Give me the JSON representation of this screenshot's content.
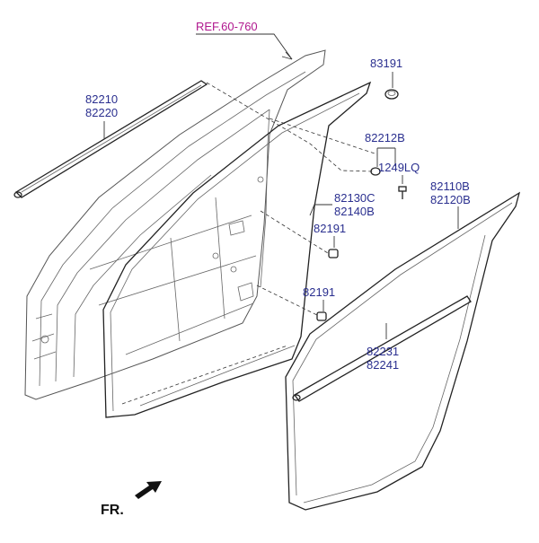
{
  "diagram": {
    "ref_label": "REF.60-760",
    "front_marker": "FR.",
    "parts": [
      {
        "line1": "82210",
        "line2": "82220"
      },
      {
        "line1": "83191"
      },
      {
        "line1": "82212B"
      },
      {
        "line1": "1249LQ"
      },
      {
        "line1": "82130C",
        "line2": "82140B"
      },
      {
        "line1": "82110B",
        "line2": "82120B"
      },
      {
        "line1": "82191"
      },
      {
        "line1": "82191"
      },
      {
        "line1": "82231",
        "line2": "82241"
      }
    ],
    "colors": {
      "part_label": "#2a2f8f",
      "ref_label": "#b0178e",
      "line": "#333333"
    }
  }
}
